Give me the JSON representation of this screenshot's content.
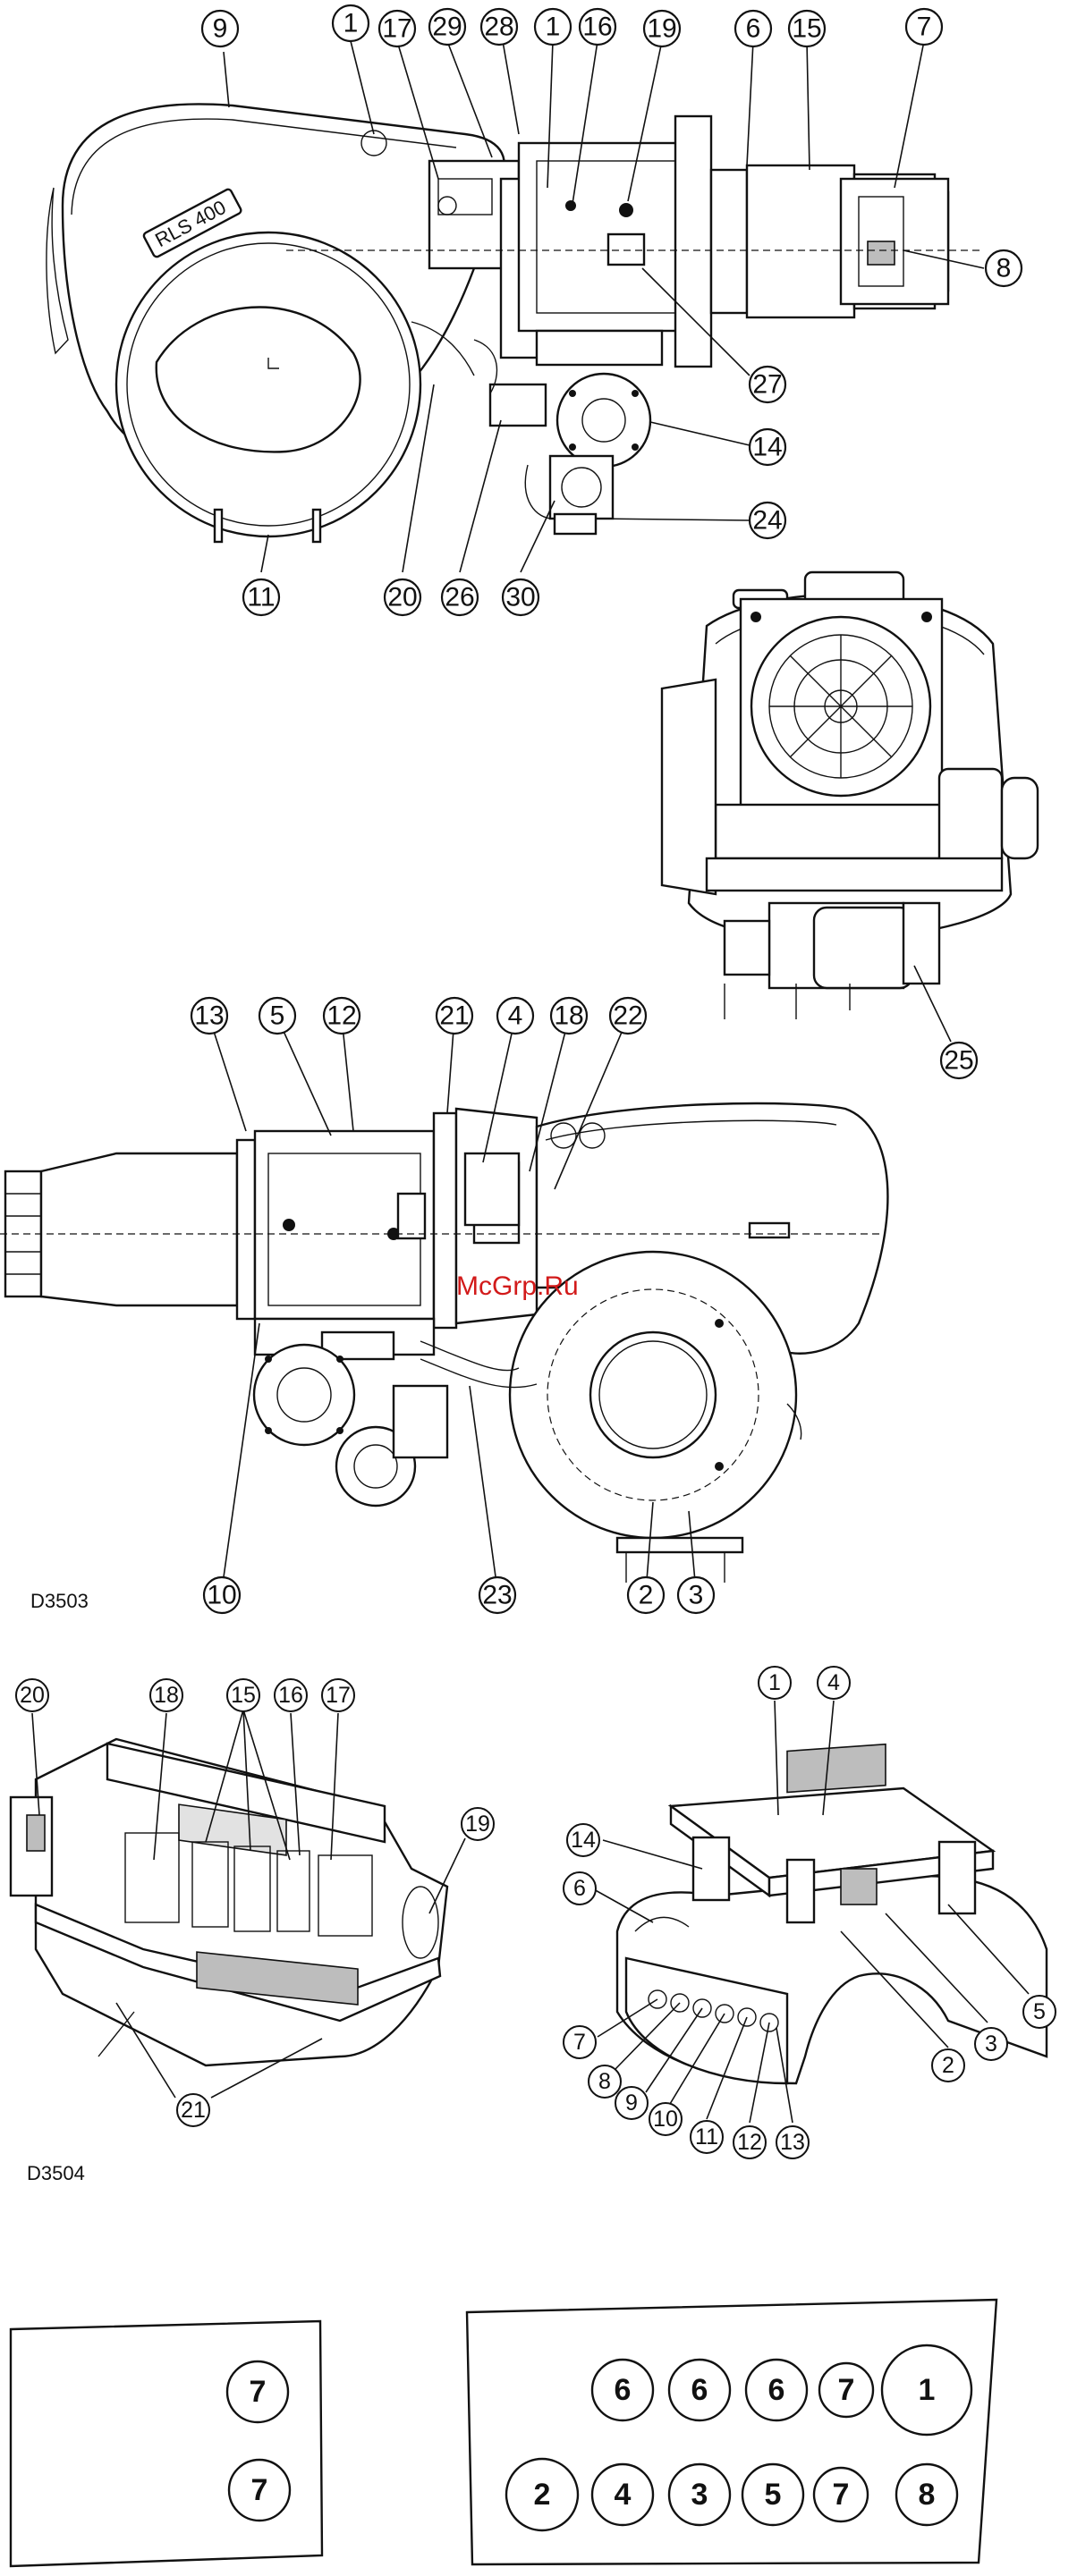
{
  "figure_codes": {
    "top": "D3503",
    "bottom": "D3504"
  },
  "watermark": "McGrp.Ru",
  "top_side_view_callouts": [
    "9",
    "1",
    "17",
    "29",
    "28",
    "1",
    "16",
    "19",
    "6",
    "15",
    "7",
    "8",
    "27",
    "14",
    "24",
    "30",
    "26",
    "20",
    "11"
  ],
  "front_view_callouts": [
    "25"
  ],
  "bottom_side_view_callouts": [
    "13",
    "5",
    "12",
    "21",
    "4",
    "18",
    "22",
    "10",
    "23",
    "2",
    "3"
  ],
  "control_box_left_callouts": [
    "20",
    "18",
    "15",
    "16",
    "17",
    "19",
    "21"
  ],
  "control_box_right_callouts": [
    "1",
    "4",
    "14",
    "6",
    "7",
    "8",
    "9",
    "10",
    "11",
    "12",
    "13",
    "2",
    "3",
    "5"
  ],
  "panel_left_lamps": [
    "7",
    "7"
  ],
  "panel_right_lamps_top": [
    "6",
    "6",
    "6",
    "7",
    "1"
  ],
  "panel_right_lamps_bottom": [
    "2",
    "4",
    "3",
    "5",
    "7",
    "8"
  ]
}
